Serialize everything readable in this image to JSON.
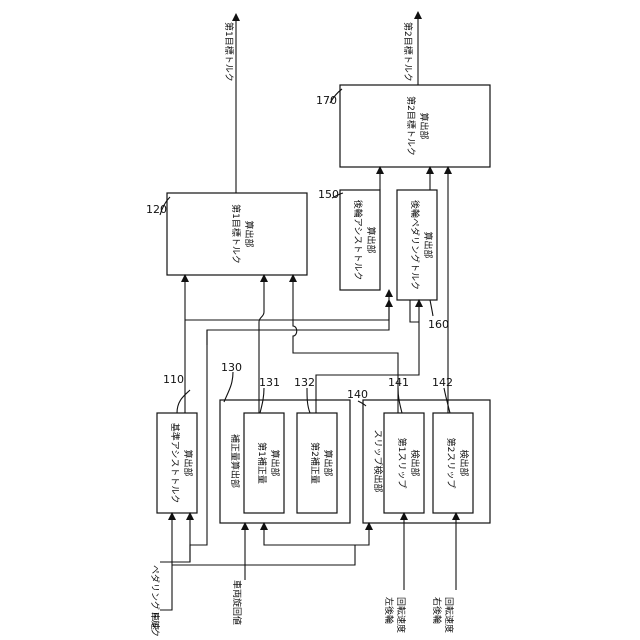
{
  "blocks": {
    "b110": {
      "ref": "110",
      "lines": [
        "基準アシストトルク",
        "算出部"
      ]
    },
    "b120": {
      "ref": "120",
      "lines": [
        "第1目標トルク",
        "算出部"
      ]
    },
    "b130": {
      "ref": "130",
      "lines": [
        "補正量算出部"
      ]
    },
    "b131": {
      "ref": "131",
      "lines": [
        "第1補正量",
        "算出部"
      ]
    },
    "b132": {
      "ref": "132",
      "lines": [
        "第2補正量",
        "算出部"
      ]
    },
    "b140": {
      "ref": "140",
      "lines": [
        "スリップ検出部"
      ]
    },
    "b141": {
      "ref": "141",
      "lines": [
        "第1スリップ",
        "検出部"
      ]
    },
    "b142": {
      "ref": "142",
      "lines": [
        "第2スリップ",
        "検出部"
      ]
    },
    "b150": {
      "ref": "150",
      "lines": [
        "後輪アシストトルク",
        "算出部"
      ]
    },
    "b160": {
      "ref": "160",
      "lines": [
        "後輪ペダリングトルク",
        "算出部"
      ]
    },
    "b170": {
      "ref": "170",
      "lines": [
        "第2目標トルク",
        "算出部"
      ]
    }
  },
  "signals": {
    "pedal_torque": "ペダリングトルク",
    "vehicle_speed": "車速",
    "turn_value": "車両旋回値",
    "left_rear_l1": "左後輪",
    "left_rear_l2": "回転速度",
    "right_rear_l1": "右後輪",
    "right_rear_l2": "回転速度",
    "out1": "第1目標トルク",
    "out2": "第2目標トルク"
  }
}
